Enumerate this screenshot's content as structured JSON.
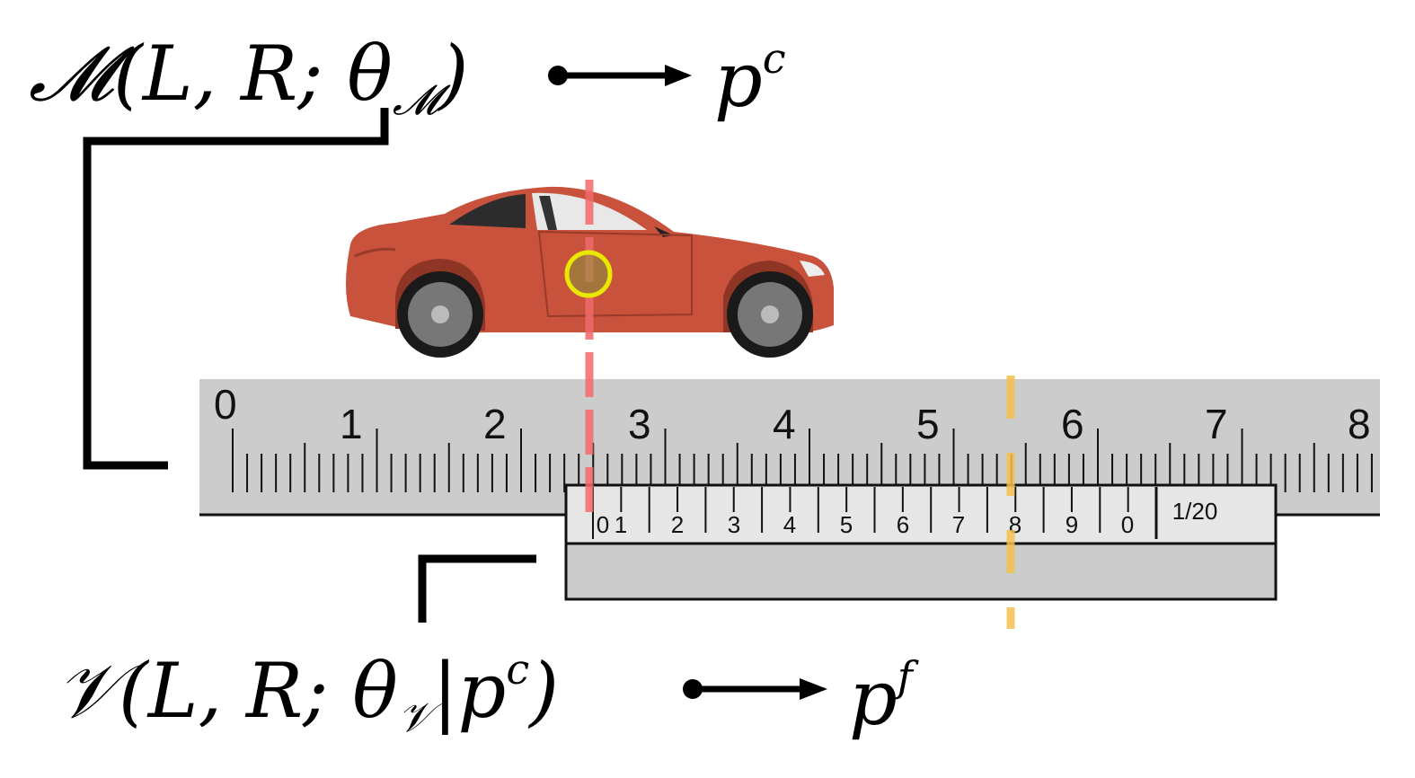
{
  "top_formula": {
    "func": "𝓜",
    "args": "(L, R; θ",
    "sub": "𝓜",
    "close": ")",
    "output_base": "p",
    "output_sup": "c"
  },
  "bottom_formula": {
    "func": "𝒱",
    "args": "(L, R; θ",
    "sub": "𝒱",
    "cond": "|p",
    "cond_sup": "c",
    "close": ")",
    "output_base": "p",
    "output_sup": "f"
  },
  "ruler": {
    "labels": [
      "0",
      "1",
      "2",
      "3",
      "4",
      "5",
      "6",
      "7",
      "8"
    ],
    "subdivisions_per_unit": 10
  },
  "vernier": {
    "labels": [
      "0",
      "1",
      "2",
      "3",
      "4",
      "5",
      "6",
      "7",
      "8",
      "9",
      "0"
    ],
    "divisions": 20,
    "resolution_label": "1/20"
  },
  "colors": {
    "coarse_marker": "#f06a6a",
    "fine_marker": "#f2c14e",
    "highlight_circle": "#e8e800",
    "car_body": "#c8523c",
    "ruler_bg": "#cccccc",
    "vernier_bg": "#e6e6e6"
  }
}
